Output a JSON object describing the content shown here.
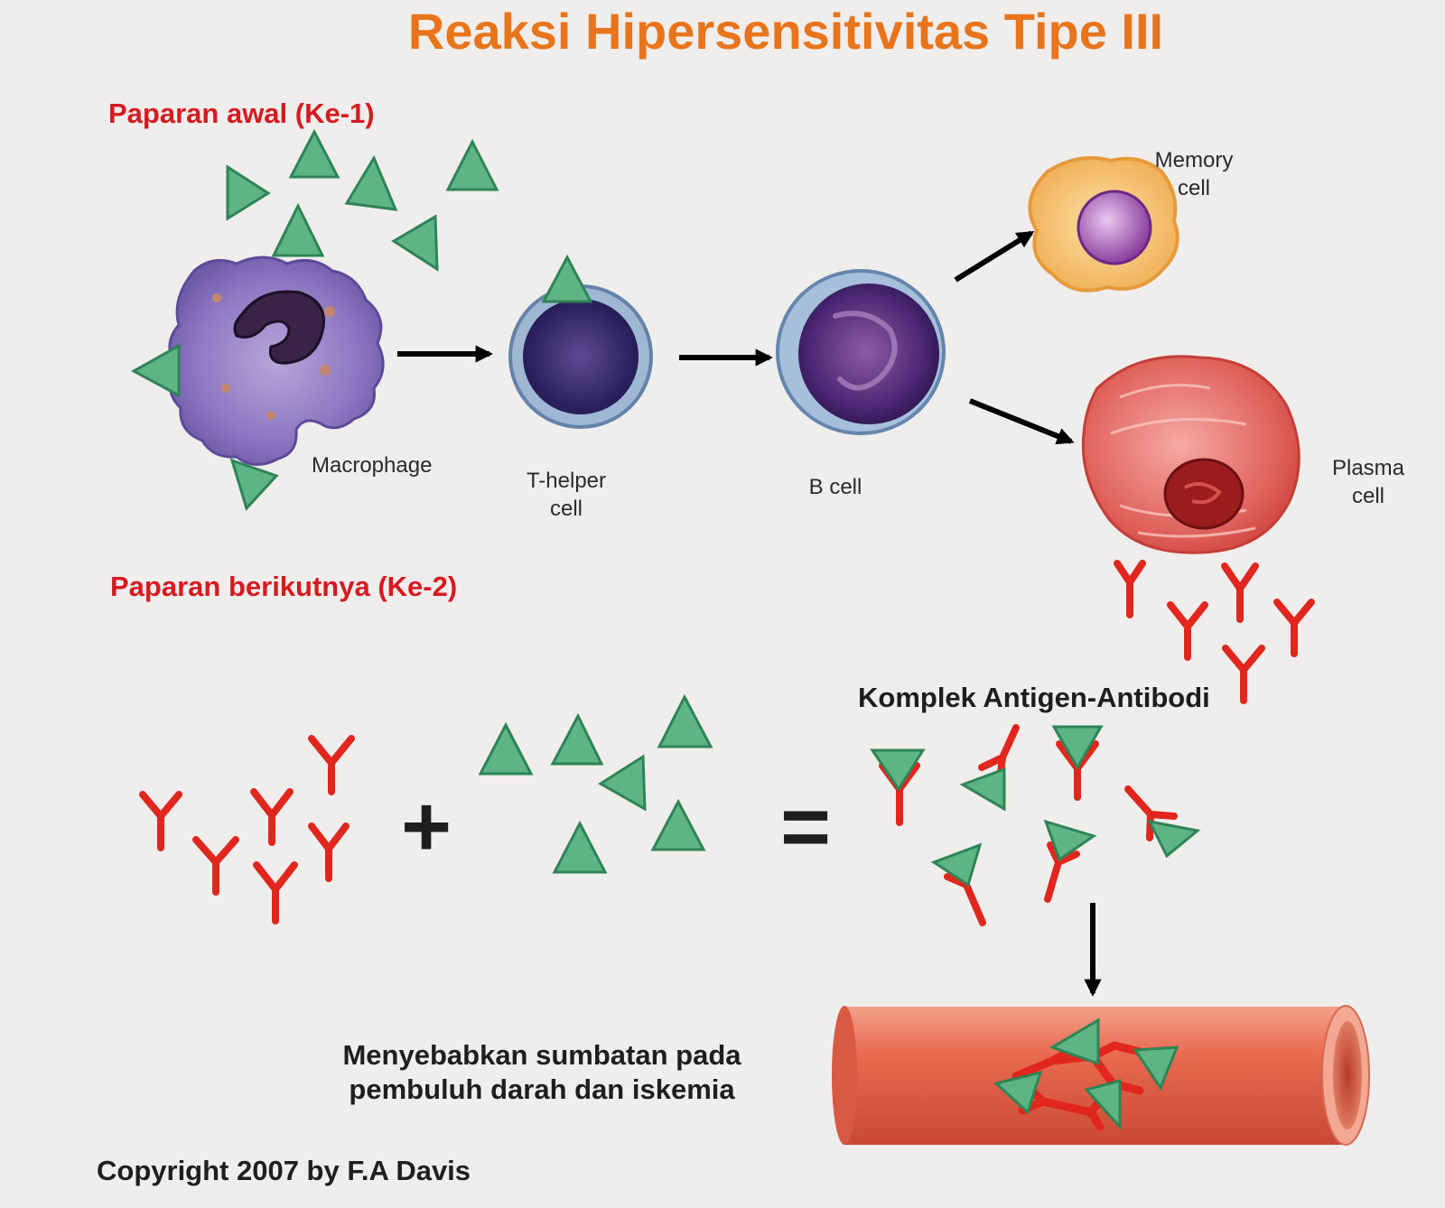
{
  "title": "Reaksi Hipersensitivitas Tipe III",
  "sections": {
    "first_exposure": "Paparan awal (Ke-1)",
    "second_exposure": "Paparan berikutnya (Ke-2)"
  },
  "cells": {
    "macrophage": "Macrophage",
    "t_helper_line1": "T-helper",
    "t_helper_line2": "cell",
    "b_cell": "B cell",
    "memory_line1": "Memory",
    "memory_line2": "cell",
    "plasma_line1": "Plasma",
    "plasma_line2": "cell"
  },
  "complex_label": "Komplek Antigen-Antibodi",
  "equation": {
    "plus": "+",
    "equals": "="
  },
  "blockage_caption_line1": "Menyebabkan sumbatan pada",
  "blockage_caption_line2": "pembuluh darah dan iskemia",
  "copyright": "Copyright 2007 by F.A Davis",
  "colors": {
    "title": "#e8741c",
    "section": "#d71920",
    "antigen": "#5fb486",
    "antibody": "#e0261d",
    "vessel": "#e46a52"
  }
}
